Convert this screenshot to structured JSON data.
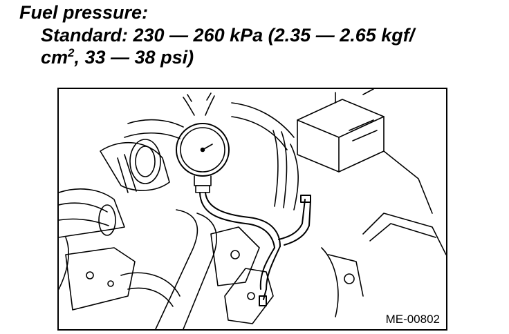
{
  "heading": "Fuel pressure:",
  "spec": {
    "line1": "Standard: 230 — 260 kPa (2.35 — 2.65 kgf/",
    "line2_prefix": "cm",
    "line2_sup": "2",
    "line2_suffix": ", 33 — 38 psi)"
  },
  "figure": {
    "id_label": "ME-00802",
    "depicts": "fuel-pressure-gauge-connected-in-engine-bay"
  }
}
